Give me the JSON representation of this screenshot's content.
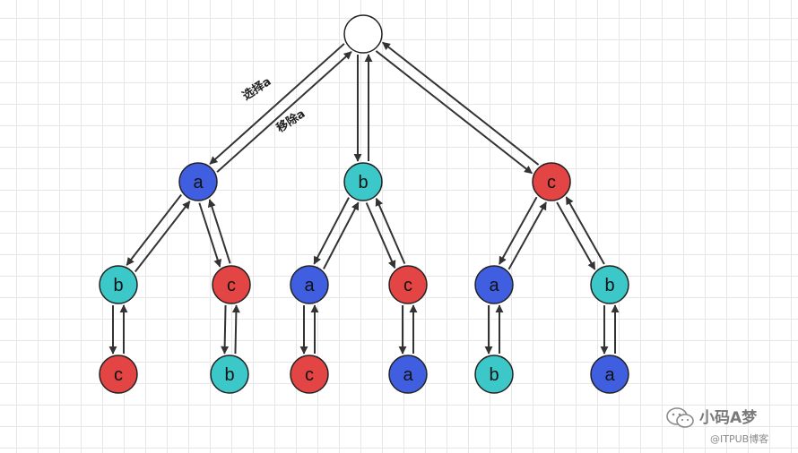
{
  "diagram": {
    "root_label": "",
    "annotations": {
      "select": "选择a",
      "remove": "移除a"
    },
    "colors": {
      "a": "#3f5fe0",
      "b": "#3cc8c8",
      "c": "#e34444",
      "root": "#ffffff",
      "stroke": "#222222",
      "edge": "#333333"
    },
    "levels": [
      [
        "a",
        "b",
        "c"
      ],
      [
        "b",
        "c",
        "a",
        "c",
        "a",
        "b"
      ],
      [
        "c",
        "b",
        "c",
        "a",
        "b",
        "a"
      ]
    ]
  },
  "watermark": {
    "brand": "小码A梦",
    "source": "@ITPUB博客",
    "icon": "wechat-icon"
  }
}
